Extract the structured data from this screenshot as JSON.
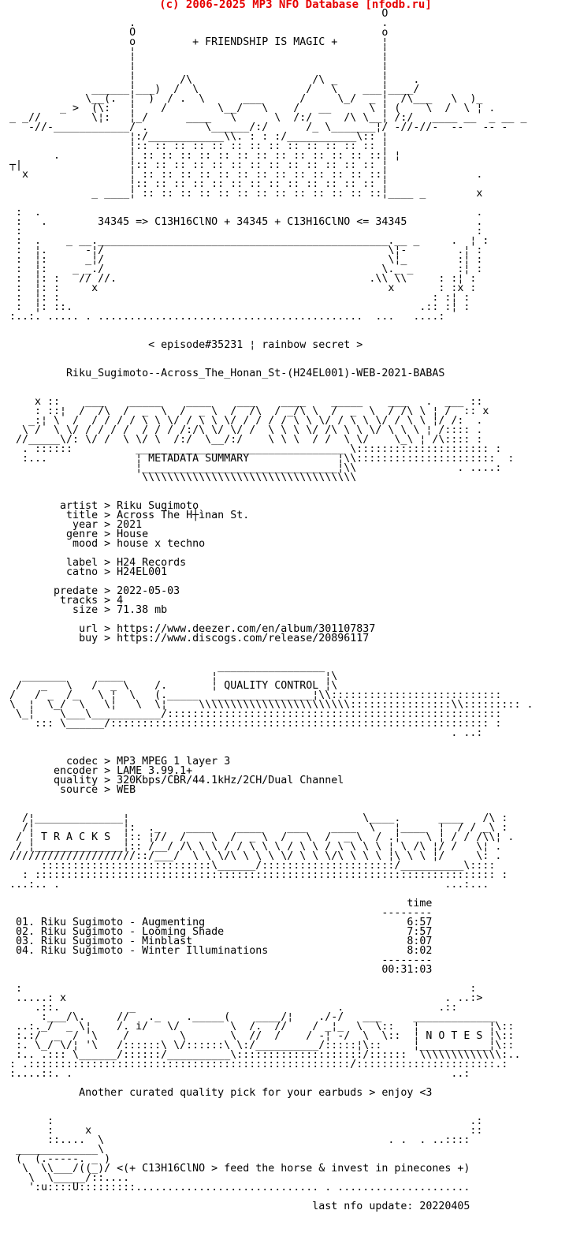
{
  "header": {
    "copyright": "(c) 2006-2025 MP3 NFO Database [nfodb.ru]",
    "color": "#e60000"
  },
  "release": {
    "motto": "+ FRIENDSHIP IS MAGIC +",
    "formula_line": "34345 => C13H16ClNO + 34345 + C13H16ClNO <= 34345",
    "episode_line": "< episode#35231 ¦ rainbow secret >",
    "release_name": "Riku_Sugimoto--Across_The_Honan_St-(H24EL001)-WEB-2021-BABAS"
  },
  "sections": {
    "metadata_header": "METADATA SUMMARY",
    "quality_header": "QUALITY CONTROL",
    "tracks_header": "T R A C K S",
    "notes_header": "N O T E S"
  },
  "metadata": {
    "artist": "Riku Sugimoto",
    "title": "Across The H┼ìnan St.",
    "year": "2021",
    "genre": "House",
    "mood": "house x techno",
    "label": "H24 Records",
    "catno": "H24EL001",
    "predate": "2022-05-03",
    "tracks": "4",
    "size": "71.38 mb",
    "url": "https://www.deezer.com/en/album/301107837",
    "buy": "https://www.discogs.com/release/20896117"
  },
  "quality": {
    "codec": "MP3 MPEG 1 layer 3",
    "encoder": "LAME 3.99.1+",
    "quality": "320Kbps/CBR/44.1kHz/2CH/Dual Channel",
    "source": "WEB"
  },
  "tracklist": {
    "time_column": "time",
    "tracks": [
      {
        "num": "01",
        "artist": "Riku Sugimoto",
        "title": "Augmenting",
        "time": "6:57"
      },
      {
        "num": "02",
        "artist": "Riku Sugimoto",
        "title": "Looming Shade",
        "time": "7:57"
      },
      {
        "num": "03",
        "artist": "Riku Sugimoto",
        "title": "Minblast",
        "time": "8:07"
      },
      {
        "num": "04",
        "artist": "Riku Sugimoto",
        "title": "Winter Illuminations",
        "time": "8:02"
      }
    ],
    "total_time": "00:31:03"
  },
  "notes": {
    "note_line": "Another curated quality pick for your earbuds > enjoy <3",
    "horse_line": "<(+ C13H16ClNO > feed the horse & invest in pinecones +)",
    "last_update": "last nfo update: 20220405"
  },
  "nfo": {
    "lines": [
      "",
      "                                                            O",
      "                    .                                       .",
      "                    O                                       o",
      "                    o         + FRIENDSHIP IS MAGIC +       ¦",
      "                    ¦                                       ¦",
      "                    ¦                                       ¦",
      "                    ¦                                       ¦",
      "                    ¦       /\\                   /\\ _       ¦    .",
      "              ______¦___)  /  \\                 /   \\    ___¦____/",
      "             \\__(.  ¦  )  / .  \\      ___      /     \\_/  _ ¦  /\\___   \\  )_",
      "         _ >  (\\:   ¦    /        \\__/   \\    /   __      \\ ¦ (    \\  /  \\ ¦ .",
      " _ _//        \\¦:   ¦_/      ____   \\      \\  /:/     /\\ \\__¦ /:/   ____ __  _ __ _",
      "    -//-____________/ .         \\______/:/      /_ \\_______¦/ -//-//-  --   -- -",
      "                    ¦:/____________\\\\. : : :/___________\\:: ¦",
      "                    ¦:: :: :: :: :: :: :: :: :: :: :: :: :: ¦",
      "        .           ¦ :: :: :: :: :: :: :: :: :: :: :: :: ::¦ ¦",
      " ┬|                 ¦:: :: :: :: :: :: :: :: :: :: :: :: :: ¦",
      "   x                ¦ :: :: :: :: :: :: :: :: :: :: :: :: ::¦              .",
      "                    ¦:: :: :: :: :: :: :: :: :: :: :: :: :: ¦",
      "              _ ____¦ :: :: :: :: :: :: :: :: :: :: :: :: ::¦____ _        x",
      "",
      "  :  .                                                                     .",
      "  :   .        34345 => C13H16ClNO + 34345 + C13H16ClNO <= 34345           .",
      "  :                                                                        :",
      "  :  .    _ __.______________________________________________.__ _     .  ¦ :",
      "  :  ¦.      -¦/                                             \\¦-        .¦ :",
      "  :  ¦:      _¦/                                             \\¦_        :¦ :",
      "  :  ¦:    _ _./                                            \\._ _       :¦ :",
      "  :  ¦: :   // //.                                        .\\\\ \\\\     : :¦ :",
      "  :  ¦: :     x                                              x       : :x :",
      "  :  ¦: :                                                           : :¦ :",
      "  :  ¦: ::.                                                       .:: :¦ :",
      " :..:. ..... . ..........................................  ...   ....:",
      "",
      "",
      "                       < episode#35231 ¦ rainbow secret >",
      "",
      "",
      "          Riku_Sugimoto--Across_The_Honan_St-(H24EL001)-WEB-2021-BABAS",
      "",
      "",
      "     x ::    ___    _____    ____    ___    ____    _____    ___   .  ___ ::",
      "     : ::¦  /  /\\  /  _  \\  /  _ \\  /  /\\  / _/\\ \\  /  _  \\  / /\\ \\ ¦ /  :: x",
      "    _:¦ \\  /  / / / / \\ \\ \\/ / \\ \\ \\/ / / / / \\ \\ \\/ / \\ \\ \\/ / \\ \\ ¦/ /:  .",
      "   \\ /  \\ \\/ / / / /  / / / /:/\\ \\/ \\/ /  \\ \\ \\ \\/ /\\ \\ \\ \\/ \\ \\ \\ ¦ /:::: .",
      "  //_____\\/: \\/ /  \\ \\/ \\  /:/  \\__/:/    \\ \\ \\  / /  \\ \\/    \\_\\ ¦ /\\:::: :",
      "   . ::::::          _________________________________ \\::::::::::::::::::::: :",
      "   :...              ¦ METADATA SUMMARY              ¦\\\\::::::::::::::::::::::  :",
      "                     ¦_______________________________¦\\\\                . ....:",
      "                      \\\\\\\\\\\\\\\\\\\\\\\\\\\\\\\\\\\\\\\\\\\\\\\\\\\\\\\\\\\\\\\\\\\\",
      "",
      "",
      "         artist > Riku Sugimoto",
      "          title > Across The H┼ìnan St.",
      "           year > 2021",
      "          genre > House",
      "           mood > house x techno",
      "",
      "          label > H24 Records",
      "          catno > H24EL001",
      "",
      "        predate > 2022-05-03",
      "         tracks > 4",
      "           size > 71.38 mb",
      "",
      "            url > https://www.deezer.com/en/album/301107837",
      "            buy > https://www.discogs.com/release/20896117",
      "",
      "",
      "                                  _________________",
      "   _______     ____              ¦                 ¦\\",
      "  /   _   \\   /  _ \\    /.       ¦ QUALITY CONTROL ¦\\",
      " /   / _  /_   \\ ¦  \\   (._____  ________________¦\\\\:::::::::::::::::::::::::::",
      " \\  ¦  \\_/  \\   \\¦   \\  \\¦     \\\\\\\\\\\\\\\\\\\\\\\\\\\\\\\\\\\\\\\\\\\\\\\\::::::::::::::::\\\\::::::::: .",
      "  \\_¦    \\___\\___________/:::::::::::::::::::::::::::::::::::::::::::::::::::::",
      "     ::: \\______/:::::::::::::::::::::::::::::::::::::::::::::::::::::::::::: :",
      "                                                                       . ..:",
      "",
      "",
      "          codec > MP3 MPEG 1 layer 3",
      "        encoder > LAME 3.99.1+",
      "        quality > 320Kbps/CBR/44.1kHz/2CH/Dual Channel",
      "         source > WEB",
      "",
      "",
      "   /¦______________¦                                     \\____.      ____   /\\ :",
      "   /¦              ¦:  ._    ____    ____    ___    ____  \\   ¦____  ¦  / / _\\ :",
      "  / ¦ T R A C K S  ¦:: ¦//  /    \\  /  _ \\  /   \\  /  _ \\  / .¦    \\ ¦ / / /\\\\¦ .",
      "  / ¦______________¦:: /__/ /\\ \\ \\ / / \\ \\ \\ / \\ \\ / \\ \\ \\ \\ ¦ \\ /\\ ¦/ /   \\¦ .",
      " ////////////////////::/___/  \\ \\ \\/\\ \\ \\ \\ \\/ \\ \\ \\/\\ \\ \\ \\ ¦\\ \\ \\ ¦/     \\: .",
      "      :::::::::::::::::::::::::::\\______/:::::::::::::::::::::/__________\\::::",
      "   : ::::::::::::::::::::::::::::::::::::::::::::::::::::::::::::::::::::::::: :",
      " ...:.. .                                                             ...:...",
      "",
      "                                                                time",
      "                                                            --------",
      "  01. Riku Sugimoto - Augmenting                                6:57",
      "  02. Riku Sugimoto - Looming Shade                             7:57",
      "  03. Riku Sugimoto - Minblast                                  8:07",
      "  04. Riku Sugimoto - Winter Illuminations                      8:02",
      "                                                            --------",
      "                                                            00:31:03",
      "",
      "  :                                                                       :",
      "  .....: x                                                            . ..:>",
      "     .::.           _                                .               .:: ",
      "      :___/\\.     //   ._    ._____(    ____/¦    ./-/   ___     _____________",
      "  ..:._/  _ \\¦    /. i/   \\/        \\  /.  //    / _¦_  \\  \\::   ¦           ¦\\::",
      "  :.:/  _  / '\\    /        \\       \\  //  /    / -¦ -/  \\  \\::  ¦ N O T E S ¦\\::",
      "  :. \\_/ \\/¦ '\\   /::::::\\ \\/::::::\\ \\:/__________/:::::¦\\::     ¦___________¦\\::",
      "  :.. .::: \\______/::::::/__________\\::::::::::::::::::::/::::::  \\\\\\\\\\\\\\\\\\\\\\\\\\:..",
      " : .:::::::::::::::::::::::::::::::::::::::::::::::::::/::::::::::::::::::::::.:",
      " :....::. .                                                            ..:",
      "",
      "            Another curated quality pick for your earbuds > enjoy <3",
      "",
      "",
      "       :                                                                  .:",
      "       :     x                                                            ::",
      "       ::....  \\                                             . .  . ..::::",
      "  _____________\\",
      "  (  (.-----. _ )",
      "   \\  \\\\___/((_)/ <(+ C13H16ClNO > feed the horse & invest in pinecones +)",
      "    \\  \\_____/::....",
      "    ':u::::U:::::::::............................. . .....................",
      "",
      "                                                 last nfo update: 20220405",
      "",
      "",
      "",
      ""
    ]
  }
}
